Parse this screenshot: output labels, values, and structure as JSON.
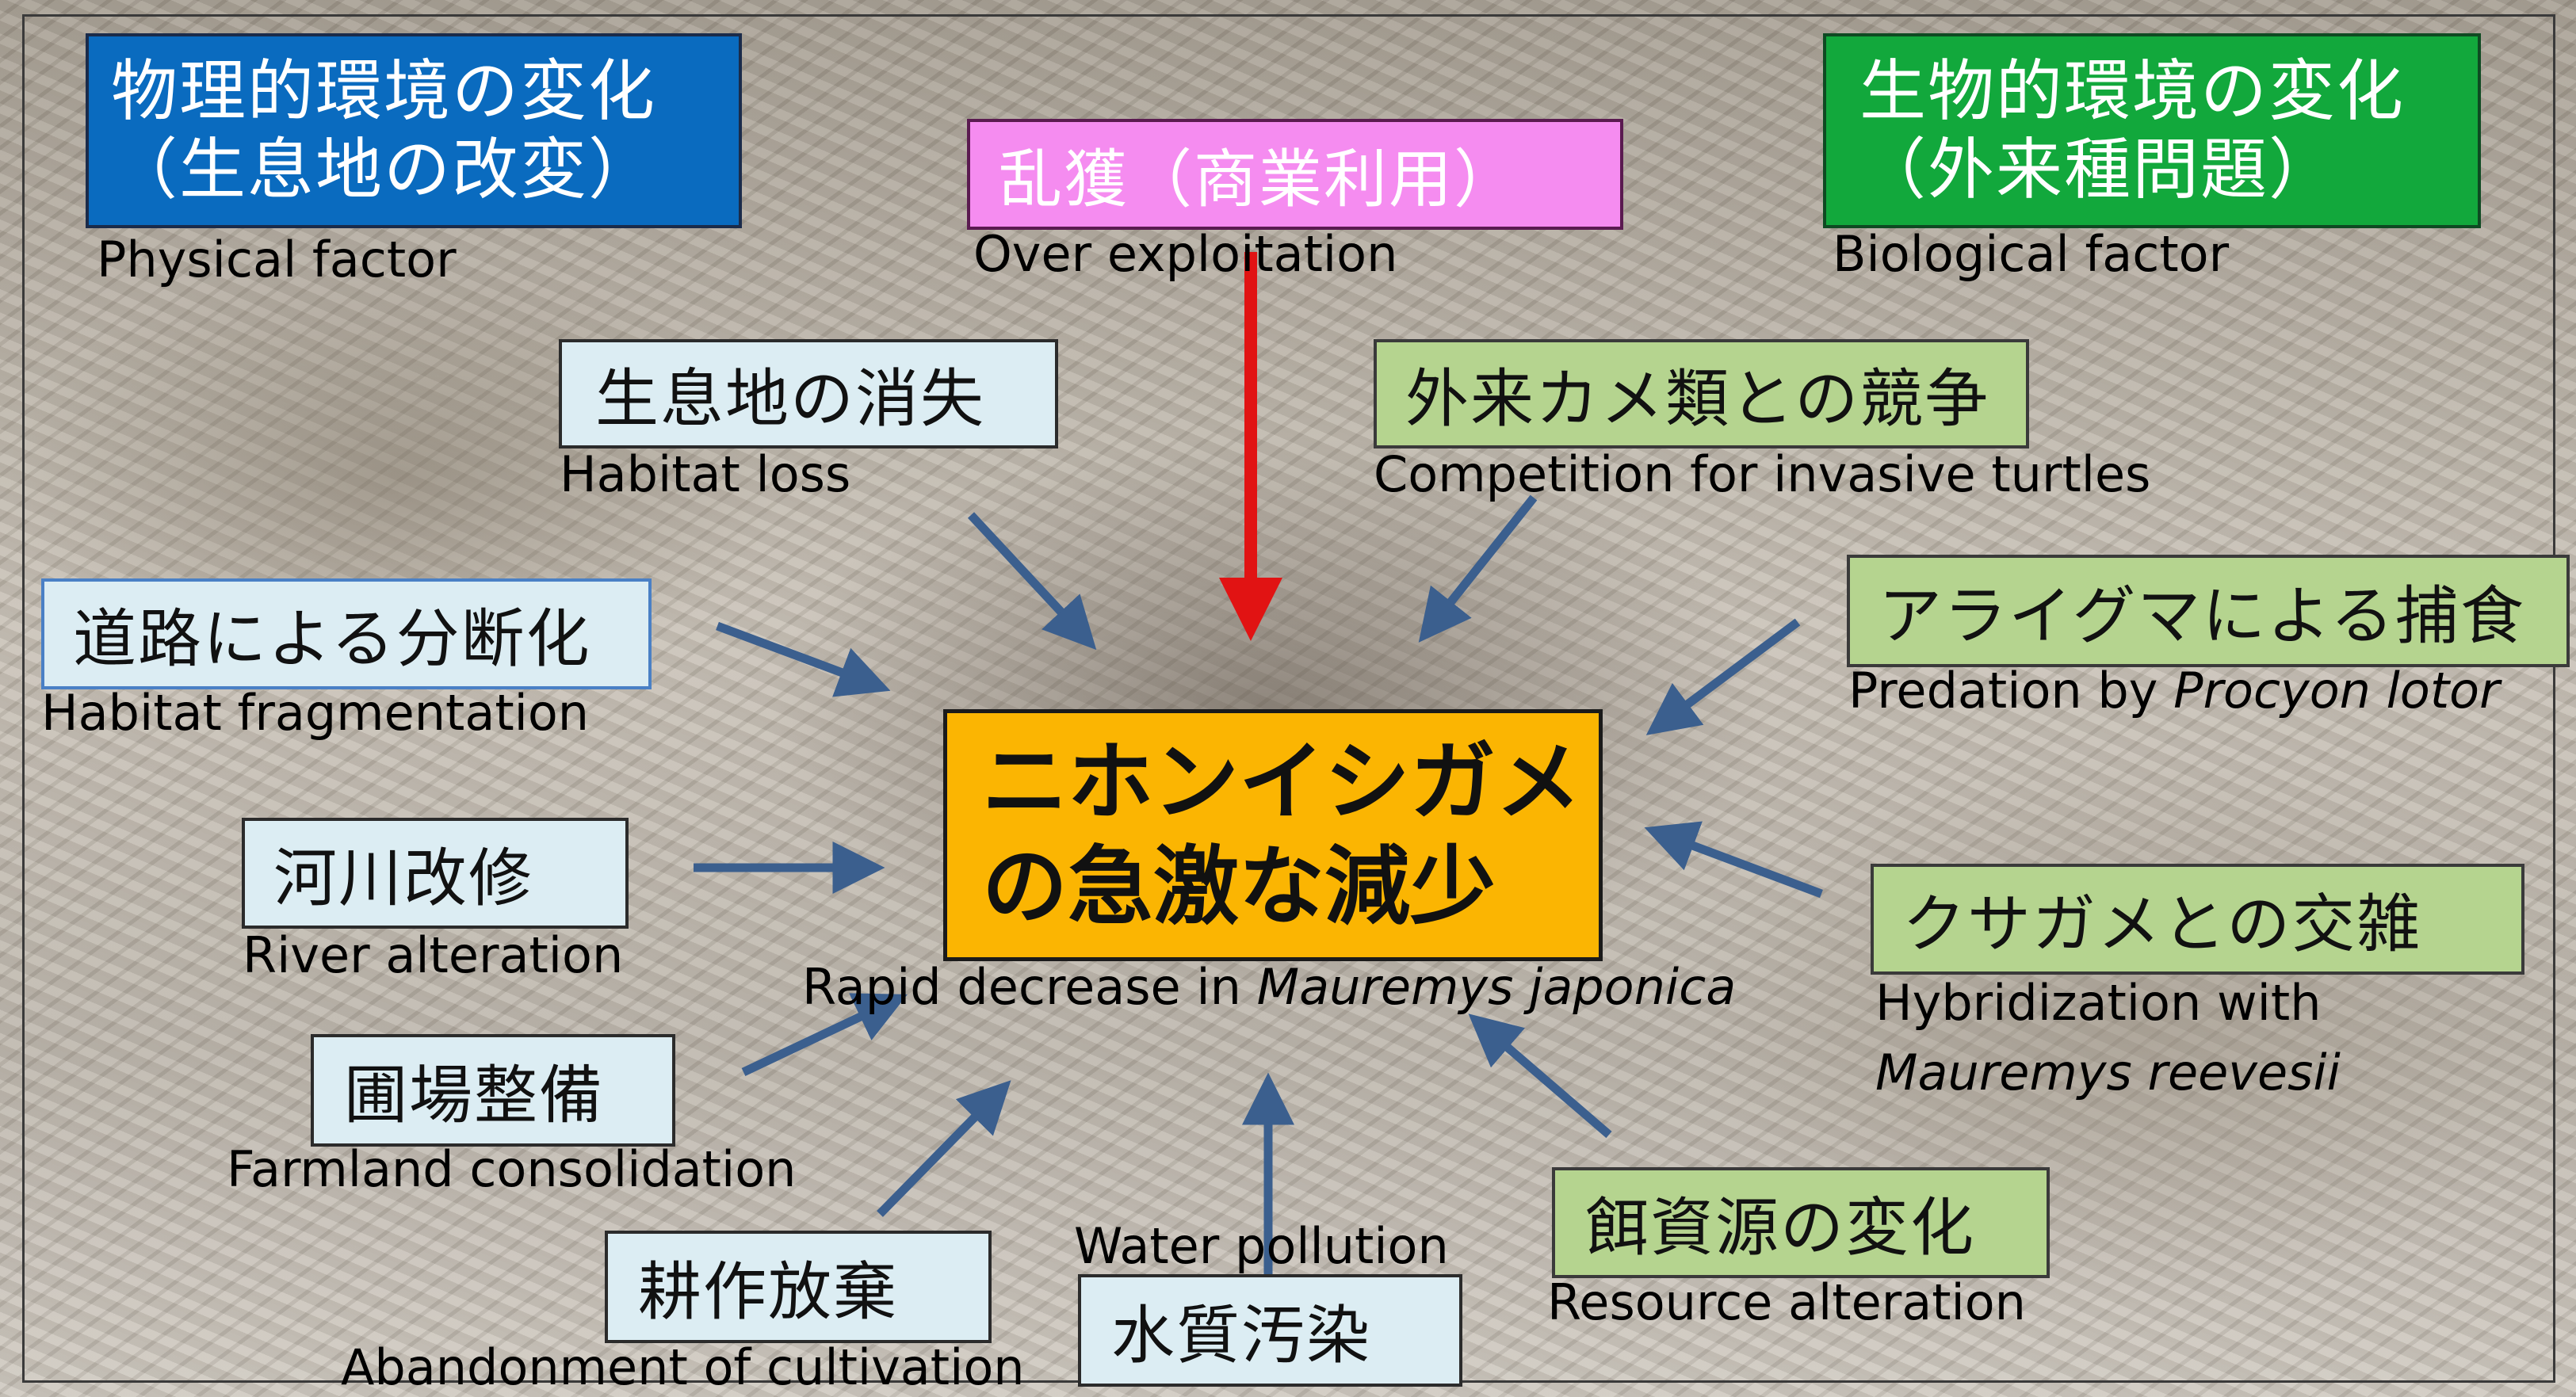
{
  "colors": {
    "physical": "#0a6bbf",
    "biological": "#12a83c",
    "overexploit": "#f58cf0",
    "lightblue": "#dcedf3",
    "lightgreen": "#b5d48f",
    "center": "#fbb502",
    "arrow_blue": "#3b5f8e",
    "arrow_red": "#e11313"
  },
  "header": {
    "physical": {
      "line1": "物理的環境の変化",
      "line2": "（生息地の改変）",
      "caption": "Physical factor"
    },
    "overexploit": {
      "label": "乱獲（商業利用）",
      "caption": "Over exploitation"
    },
    "biological": {
      "line1": "生物的環境の変化",
      "line2": "（外来種問題）",
      "caption": "Biological factor"
    }
  },
  "center": {
    "line1": "ニホンイシガメ",
    "line2": "の急激な減少",
    "caption_prefix": "Rapid decrease in ",
    "caption_species": "Mauremys japonica"
  },
  "factors": {
    "habitat_loss": {
      "label": "生息地の消失",
      "caption": "Habitat loss"
    },
    "fragmentation": {
      "label": "道路による分断化",
      "caption": "Habitat fragmentation"
    },
    "river": {
      "label": "河川改修",
      "caption": "River alteration"
    },
    "farmland": {
      "label": "圃場整備",
      "caption": "Farmland consolidation"
    },
    "abandon": {
      "label": "耕作放棄",
      "caption": "Abandonment of cultivation"
    },
    "water": {
      "label": "水質汚染",
      "caption": "Water pollution"
    },
    "competition": {
      "label": "外来カメ類との競争",
      "caption": "Competition for invasive turtles"
    },
    "predation": {
      "label": "アライグマによる捕食",
      "caption_prefix": "Predation by ",
      "caption_species": "Procyon lotor"
    },
    "hybrid": {
      "label": "クサガメとの交雑",
      "caption_line1": "Hybridization with",
      "caption_species": "Mauremys reevesii"
    },
    "resource": {
      "label": "餌資源の変化",
      "caption": "Resource alteration"
    }
  }
}
